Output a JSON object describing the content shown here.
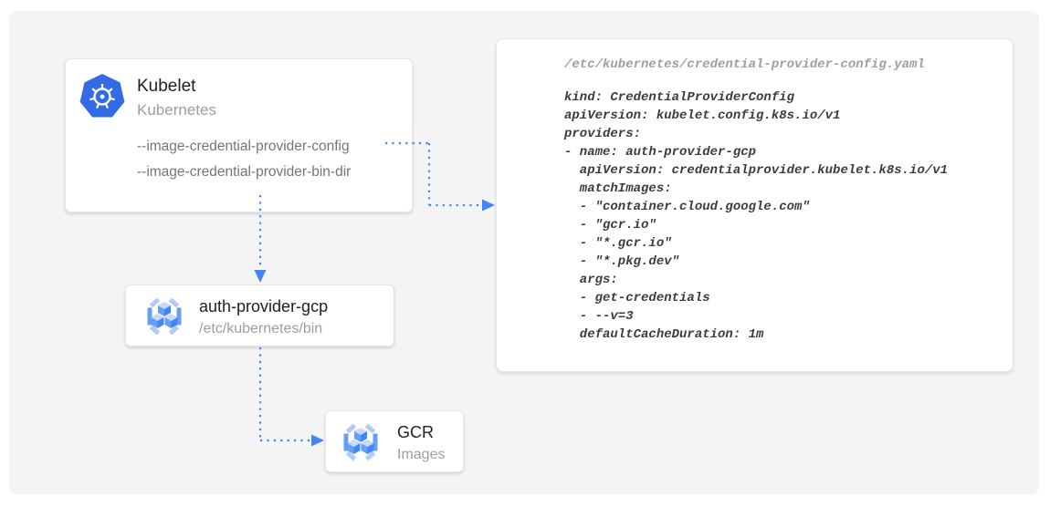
{
  "colors": {
    "arrow_blue": "#4285f4",
    "kubernetes_blue": "#326ce5",
    "gcr_icon_light_blue": "#aecbfa",
    "gcr_icon_mid_blue": "#669df6",
    "title_text": "#212121",
    "muted_text": "#9e9e9e",
    "code_text": "#3a3d40",
    "frame_background": "#f4f4f5"
  },
  "nodes": {
    "kubelet": {
      "title": "Kubelet",
      "subtitle": "Kubernetes",
      "icon": "kubernetes-icon",
      "flags": [
        "--image-credential-provider-config",
        "--image-credential-provider-bin-dir"
      ]
    },
    "auth_provider": {
      "title": "auth-provider-gcp",
      "subtitle": "/etc/kubernetes/bin",
      "icon": "gcr-icon"
    },
    "gcr": {
      "title": "GCR",
      "subtitle": "Images",
      "icon": "gcr-icon"
    }
  },
  "code_panel": {
    "filename": "/etc/kubernetes/credential-provider-config.yaml",
    "yaml_lines": [
      "kind: CredentialProviderConfig",
      "apiVersion: kubelet.config.k8s.io/v1",
      "providers:",
      "- name: auth-provider-gcp",
      "  apiVersion: credentialprovider.kubelet.k8s.io/v1",
      "  matchImages:",
      "  - \"container.cloud.google.com\"",
      "  - \"gcr.io\"",
      "  - \"*.gcr.io\"",
      "  - \"*.pkg.dev\"",
      "  args:",
      "  - get-credentials",
      "  - --v=3",
      "  defaultCacheDuration: 1m"
    ]
  },
  "edges": [
    {
      "from": "kubelet-config-flag",
      "to": "code-panel"
    },
    {
      "from": "kubelet",
      "to": "auth-provider-gcp"
    },
    {
      "from": "auth-provider-gcp",
      "to": "gcr"
    }
  ]
}
